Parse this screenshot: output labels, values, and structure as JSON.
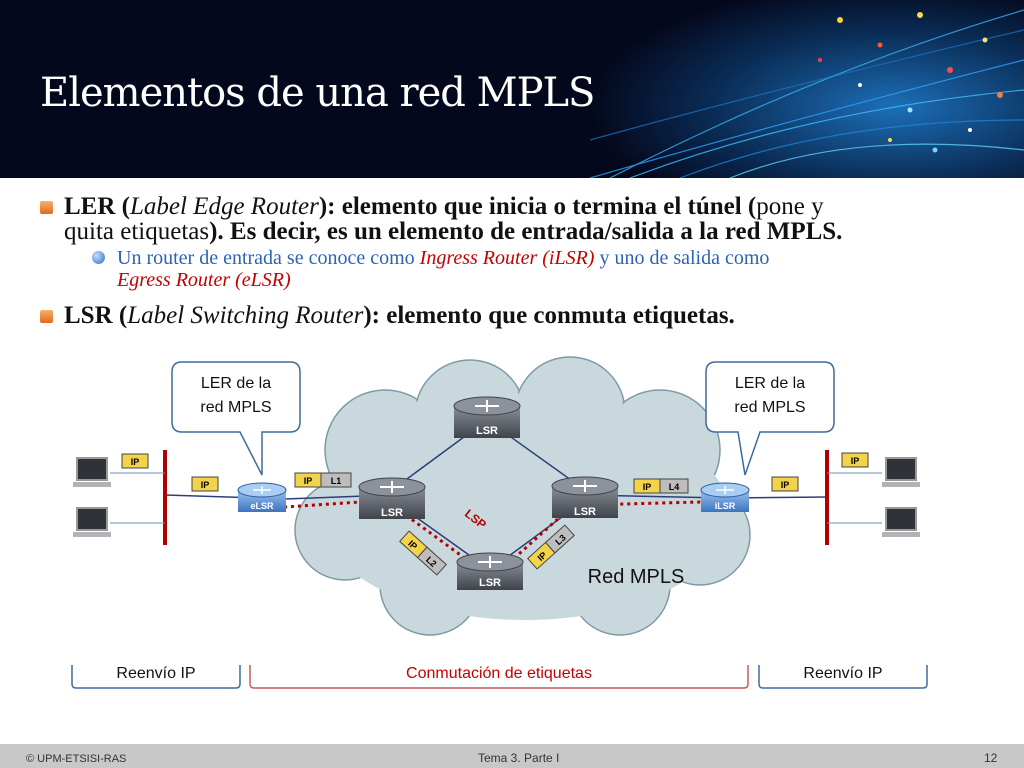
{
  "title": "Elementos de una red MPLS",
  "bullets": {
    "ler": {
      "prefix": "LER (",
      "term": "Label Edge Router",
      "mid": "): elemento que inicia o termina el túnel (",
      "paren1": "pone y",
      "paren2": "quita etiquetas",
      "end": "). Es decir, es un elemento de entrada/salida a la red MPLS."
    },
    "sub": {
      "a": "Un router de entrada se conoce como ",
      "ingress": "Ingress Router  (iLSR)",
      "b": "  y uno de salida como",
      "egress": "Egress Router (eLSR)"
    },
    "lsr": {
      "prefix": "LSR (",
      "term": "Label Switching Router",
      "end": "): elemento que conmuta etiquetas."
    }
  },
  "diagram": {
    "callout_left": [
      "LER de la",
      "red MPLS"
    ],
    "callout_right": [
      "LER de la",
      "red MPLS"
    ],
    "router_lsr": "LSR",
    "router_elsr": "eLSR",
    "router_ilsr": "iLSR",
    "lsp_label": "LSP",
    "cloud_label": "Red MPLS",
    "pkt_ip": "IP",
    "label_l1": "L1",
    "label_l2": "L2",
    "label_l3": "L3",
    "label_l4": "L4",
    "bracket_left": "Reenvío IP",
    "bracket_mid": "Conmutación de etiquetas",
    "bracket_right": "Reenvío IP"
  },
  "footer": {
    "left": "© UPM-ETSISI-RAS",
    "center": "Tema 3. Parte I",
    "page": "12"
  },
  "colors": {
    "header_bg": "#04081c",
    "bullet_orange": "#e36a18",
    "sub_blue": "#2b63b6",
    "emphasis_red": "#c40000",
    "cloud": "#c9d8dd",
    "router_dark": "#555a63",
    "router_blue": "#5b8fd1",
    "label_yellow": "#f3d34a",
    "label_gray": "#bdbdbd",
    "lsp_red": "#b30000"
  }
}
